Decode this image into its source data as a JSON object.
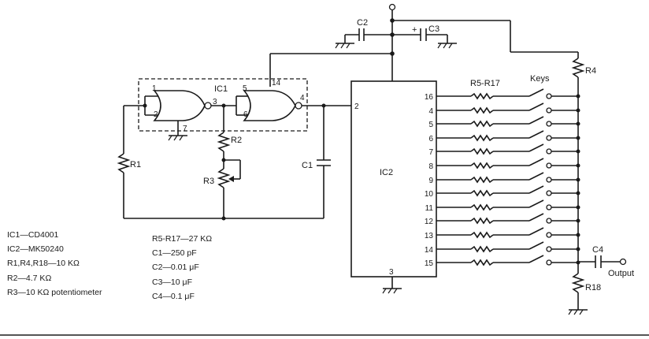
{
  "components": {
    "ic1": "IC1",
    "ic2": "IC2",
    "r1": "R1",
    "r2": "R2",
    "r3": "R3",
    "r4": "R4",
    "r18": "R18",
    "resistor_bank": "R5-R17",
    "c1": "C1",
    "c2": "C2",
    "c3": "C3",
    "c4": "C4",
    "c3_polarity": "+",
    "keys": "Keys",
    "output": "Output"
  },
  "ic1_pins": {
    "p1": "1",
    "p2": "2",
    "p7": "7",
    "p3": "3",
    "p5": "5",
    "p6": "6",
    "p14": "14",
    "p4": "4"
  },
  "ic2_pins": {
    "input": "2",
    "ground": "3",
    "key_pins": [
      "16",
      "4",
      "5",
      "6",
      "7",
      "8",
      "9",
      "10",
      "11",
      "12",
      "13",
      "14",
      "15"
    ]
  },
  "parts_list_left": [
    "IC1—CD4001",
    "IC2—MK50240",
    "R1,R4,R18—10 KΩ",
    "R2—4.7 KΩ",
    "R3—10 KΩ potentiometer"
  ],
  "parts_list_right": [
    "R5-R17—27 KΩ",
    "C1—250 pF",
    "C2—0.01 μF",
    "C3—10 μF",
    "C4—0.1 μF"
  ]
}
